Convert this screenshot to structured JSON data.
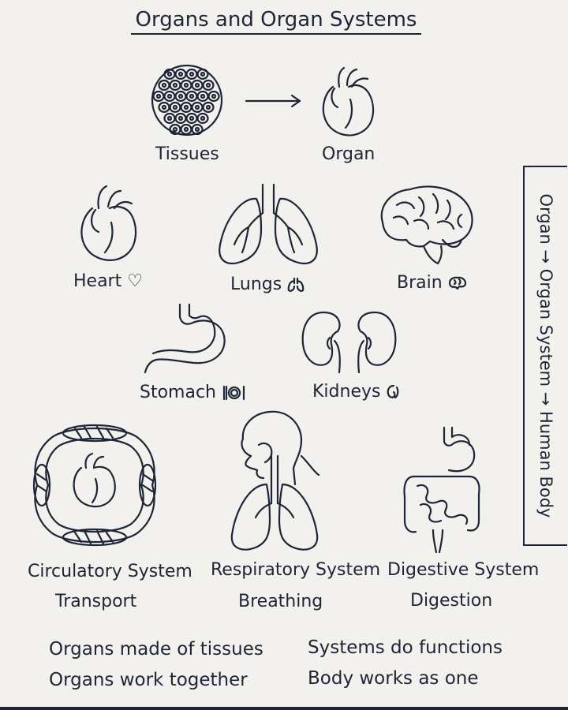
{
  "title": "Organs and Organ Systems",
  "flow": {
    "from": "Tissues",
    "to": "Organ"
  },
  "organs": {
    "heart": "Heart ♡",
    "lungs": "Lungs",
    "brain": "Brain",
    "stomach": "Stomach",
    "kidneys": "Kidneys"
  },
  "systems": [
    {
      "name": "Circulatory System",
      "function": "Transport"
    },
    {
      "name": "Respiratory System",
      "function": "Breathing"
    },
    {
      "name": "Digestive System",
      "function": "Digestion"
    }
  ],
  "sidebar": "Organ → Organ System → Human Body",
  "notes": [
    "Organs made of tissues",
    "Organs work together",
    "Systems do functions",
    "Body works as one"
  ],
  "icons": [
    "cells-icon",
    "arrow-right-icon",
    "heart-icon",
    "lungs-icon",
    "brain-icon",
    "stomach-icon",
    "kidneys-icon",
    "circulatory-icon",
    "respiratory-icon",
    "digestive-icon",
    "plate-icon"
  ]
}
